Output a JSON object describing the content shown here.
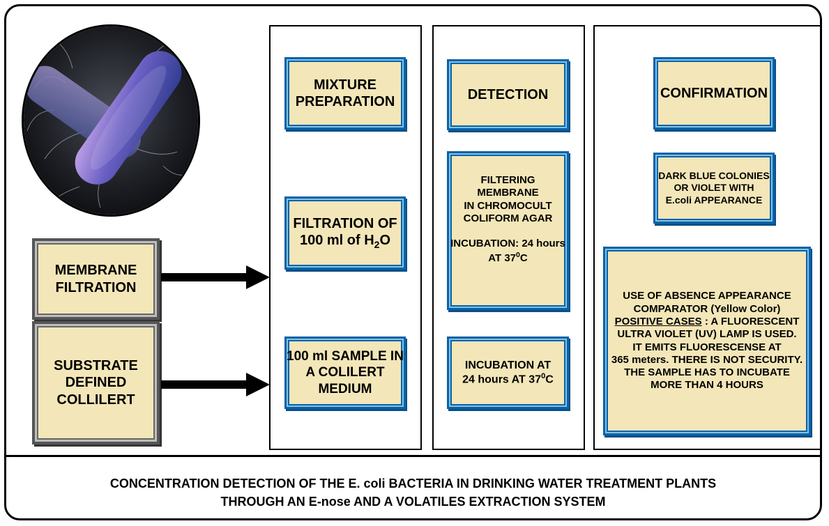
{
  "left": {
    "membrane_filtration": "MEMBRANE\nFILTRATION",
    "substrate": "SUBSTRATE\nDEFINED\nCOLLILERT"
  },
  "col1": {
    "mixture": "MIXTURE\nPREPARATION",
    "filtration_pre": "FILTRATION OF\n100 ml of H",
    "filtration_sub": "2",
    "filtration_post": "O",
    "sample": "100 ml SAMPLE IN\nA COLILERT\nMEDIUM"
  },
  "col2": {
    "detection": "DETECTION",
    "filtering_main": "FILTERING MEMBRANE\nIN CHROMOCULT\nCOLIFORM AGAR\n\nINCUBATION: 24 hours\nAT 37",
    "filtering_sup": "0",
    "filtering_unit": "C",
    "incubation_pre": "INCUBATION AT\n24 hours AT 37",
    "incubation_sup": "0",
    "incubation_unit": "C"
  },
  "col3": {
    "confirmation": "CONFIRMATION",
    "dark_blue": "DARK BLUE COLONIES\nOR VIOLET WITH\nE.coli APPEARANCE",
    "use_of_absence_1": "USE OF ABSENCE APPEARANCE\nCOMPARATOR (Yellow Color)",
    "positive_cases": "POSITIVE CASES",
    "use_of_absence_2": " : A FLUORESCENT\nULTRA VIOLET (UV) LAMP IS USED.\nIT EMITS FLUORESCENSE AT\n365 meters. THERE IS NOT SECURITY.\nTHE SAMPLE HAS TO INCUBATE\nMORE THAN 4 HOURS"
  },
  "footer": {
    "line1": "CONCENTRATION DETECTION OF THE E. coli BACTERIA IN DRINKING WATER TREATMENT PLANTS",
    "line2": "THROUGH AN E-nose AND A VOLATILES EXTRACTION SYSTEM"
  },
  "colors": {
    "box_fill": "#f3e6b8",
    "box_border_blue": "#0b62a8",
    "box_inner_blue": "#7fc3e6",
    "box_border_gray": "#555555"
  },
  "icons": {
    "bacteria_image": "e-coli-bacteria-image",
    "arrow": "right-arrow-icon"
  }
}
